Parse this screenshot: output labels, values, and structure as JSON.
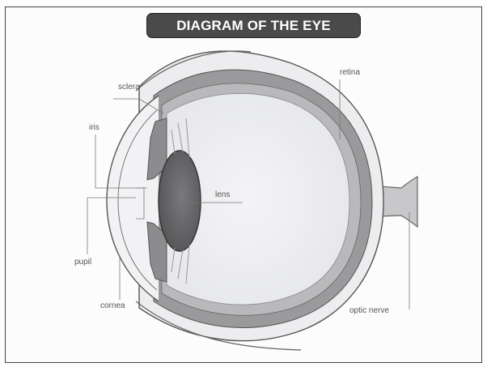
{
  "title": "DIAGRAM OF THE EYE",
  "labels": {
    "sclera": "sclera",
    "iris": "iris",
    "retina": "retina",
    "lens": "lens",
    "pupil": "pupil",
    "cornea": "cornea",
    "optic_nerve": "optic nerve"
  }
}
